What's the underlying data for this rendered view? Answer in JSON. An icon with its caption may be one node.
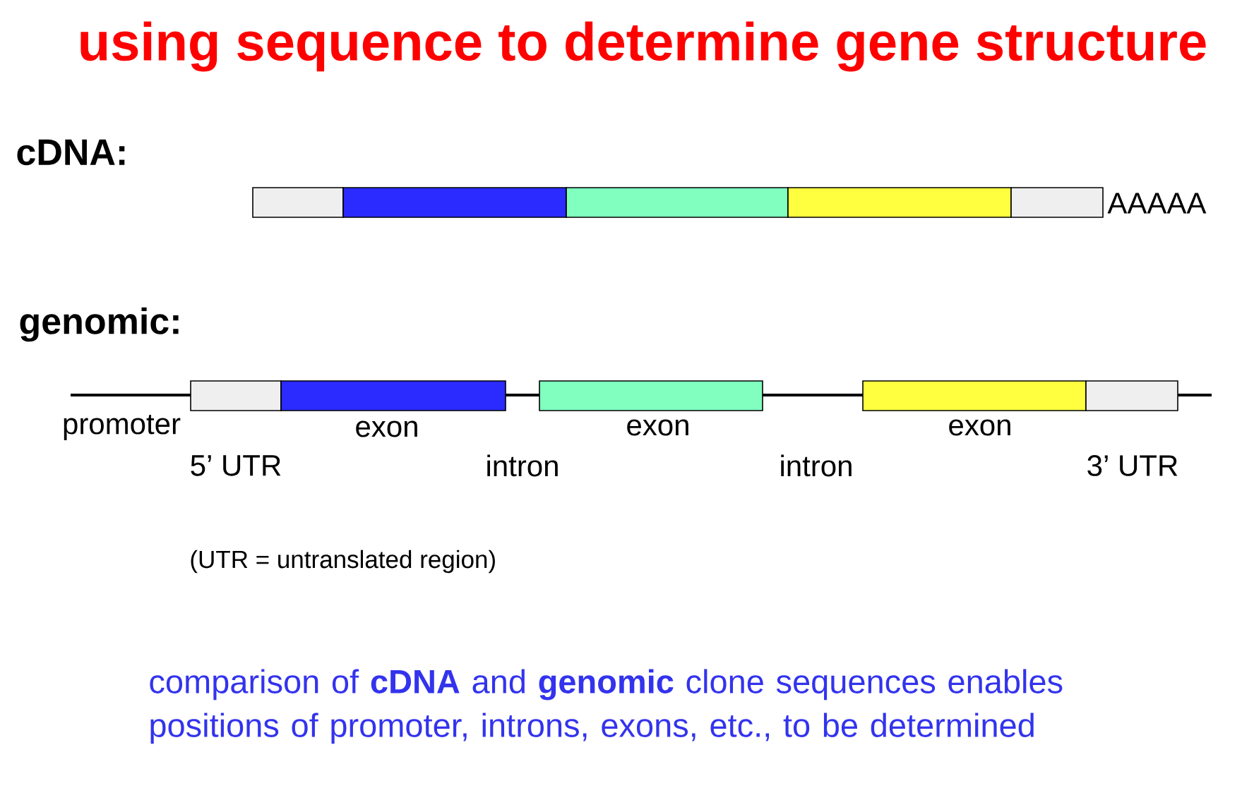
{
  "diagram": {
    "title": "using sequence to determine gene structure",
    "nodes": [
      {
        "text": [],
        "shape": "box"
      },
      {
        "text": [],
        "shape": "box"
      },
      {
        "text": [],
        "shape": "box"
      },
      {
        "text": [],
        "shape": "box"
      },
      {
        "text": [],
        "shape": "box",
        "beside": [
          "AAAAA"
        ]
      },
      {
        "text": [],
        "shape": "box"
      },
      {
        "text": [],
        "shape": "box",
        "beside": [
          "exon"
        ]
      },
      {
        "text": [],
        "shape": "box",
        "beside": [
          "exon"
        ]
      },
      {
        "text": [],
        "shape": "box",
        "beside": [
          "exon"
        ]
      },
      {
        "text": [],
        "shape": "box"
      }
    ],
    "labels": [
      "cDNA:",
      "genomic:",
      "promoter",
      "5’ UTR",
      "intron",
      "intron",
      "3’ UTR",
      "(UTR = untranslated region)"
    ],
    "caption": "comparison of **cDNA** and **genomic** clone sequences enables positions of promoter, introns, exons, etc., to be determined"
  }
}
